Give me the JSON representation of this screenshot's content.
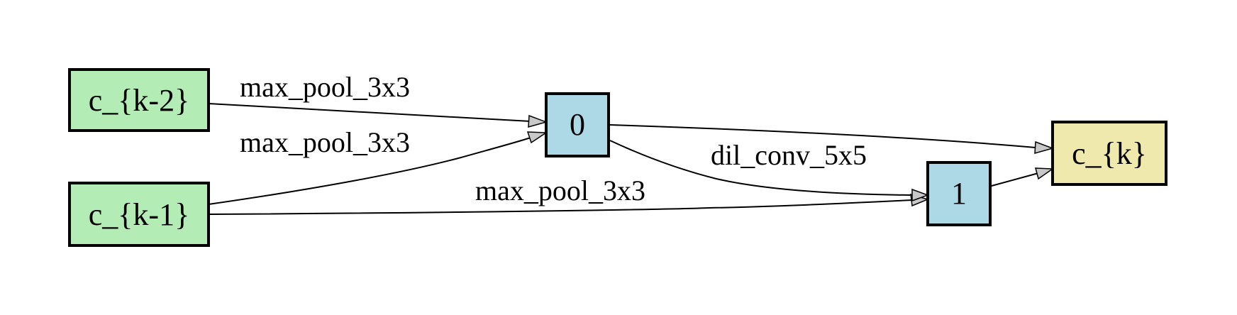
{
  "diagram": {
    "nodes": {
      "ck2": {
        "label": "c_{k-2}",
        "color": "#b3ecb4"
      },
      "ck1": {
        "label": "c_{k-1}",
        "color": "#b3ecb4"
      },
      "n0": {
        "label": "0",
        "color": "#add8e6"
      },
      "n1": {
        "label": "1",
        "color": "#add8e6"
      },
      "ck": {
        "label": "c_{k}",
        "color": "#efe9ad"
      }
    },
    "edges": {
      "ck2_to_0": {
        "label": "max_pool_3x3"
      },
      "ck1_to_0": {
        "label": "max_pool_3x3"
      },
      "ck1_to_1": {
        "label": "max_pool_3x3"
      },
      "n0_to_1": {
        "label": "dil_conv_5x5"
      },
      "n0_to_ck": {
        "label": ""
      },
      "n1_to_ck": {
        "label": ""
      }
    },
    "arrowhead_color": "#c8c8c8"
  }
}
